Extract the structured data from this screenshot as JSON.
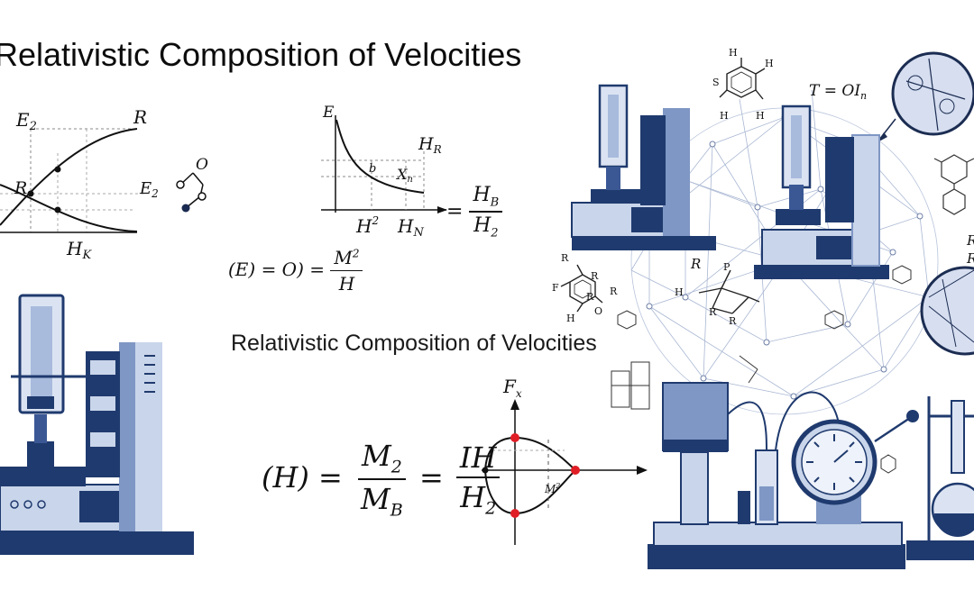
{
  "title": "Relativistic Composition of Velocities",
  "subtitle": "Relativistic Composition of Velocities",
  "colors": {
    "navy": "#1f3a6e",
    "steel": "#7f97c4",
    "pale": "#c9d5ea",
    "accent_red": "#e01e26",
    "web": "#8fa3c8"
  },
  "graph_left": {
    "labels": {
      "top_left": "E",
      "top_left_sub": "2",
      "top_right": "R",
      "mid_left": "R",
      "mid_right": "E",
      "mid_right_sub": "2",
      "bottom": "H",
      "bottom_sub": "K",
      "molecule_o": "O"
    }
  },
  "graph_center": {
    "labels": {
      "y_axis": "E",
      "top_right": "H",
      "top_right_sub": "R",
      "curve_mark": "b",
      "x_mark": "X",
      "x_mark_sub": "n",
      "tick1": "H",
      "tick1_sup": "2",
      "tick2": "H",
      "tick2_sub": "N"
    }
  },
  "eq_right_fraction": {
    "equals": "=",
    "num": "H",
    "num_sub": "B",
    "den": "H",
    "den_sub": "2"
  },
  "eq_small": {
    "lhs": "(E) = O) =",
    "num": "M",
    "num_sup": "2",
    "den": "H"
  },
  "eq_main": {
    "lhs": "(H) =",
    "f1_num": "M",
    "f1_num_sub": "2",
    "f1_den": "M",
    "f1_den_sub": "B",
    "eq2": "=",
    "f2_num": "IH",
    "f2_den": "H",
    "f2_den_sub": "2"
  },
  "graph_phase": {
    "y_label": "F",
    "y_label_sub": "x",
    "inner_label": "M",
    "inner_label_sup": "2"
  },
  "top_right_formula": "T = OI",
  "top_right_formula_sub": "n",
  "molecule_labels": {
    "top": [
      "H",
      "S",
      "H",
      "H",
      "H"
    ],
    "mid_left": [
      "R",
      "R",
      "F",
      "R",
      "R",
      "H",
      "O"
    ],
    "mid_center": [
      "R",
      "P",
      "H",
      "R",
      "R"
    ],
    "right_edge": [
      "R",
      "R"
    ]
  }
}
